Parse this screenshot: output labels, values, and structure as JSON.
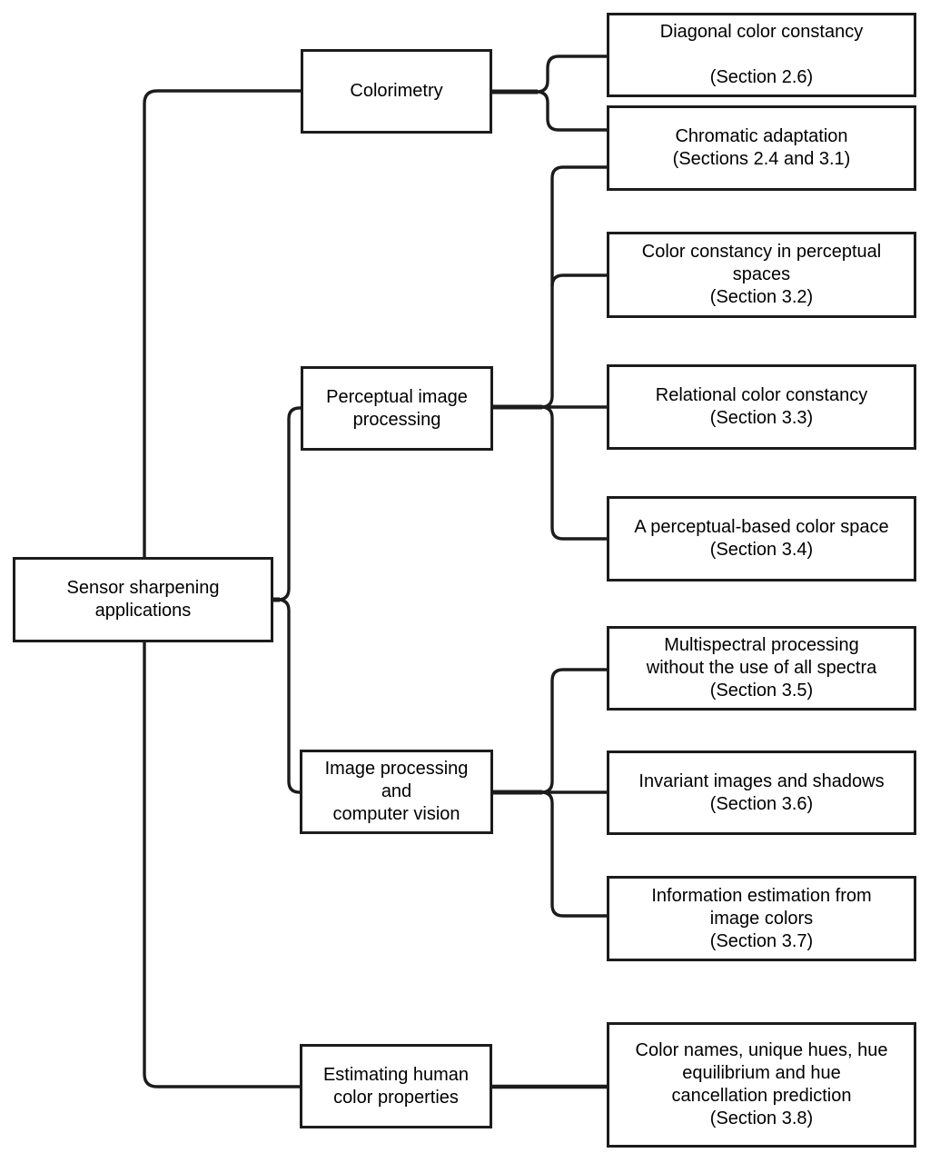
{
  "diagram": {
    "title": "Sensor sharpening applications hierarchy",
    "colors": {
      "background": "#ffffff",
      "line": "#1c1c1c",
      "box_border": "#1c1c1c",
      "box_fill": "#ffffff",
      "text": "#000000"
    },
    "root": {
      "id": "sensor-sharpening-applications",
      "label": "Sensor sharpening\napplications"
    },
    "level2": [
      {
        "id": "colorimetry",
        "label": "Colorimetry"
      },
      {
        "id": "perceptual-image-processing",
        "label": "Perceptual image\nprocessing"
      },
      {
        "id": "image-processing-and-computer-vision",
        "label": "Image processing\nand\ncomputer vision"
      },
      {
        "id": "estimating-human-color-properties",
        "label": "Estimating human\ncolor properties"
      }
    ],
    "level3": [
      {
        "id": "diagonal-color-constancy",
        "label": "Diagonal color constancy\n\n(Section 2.6)",
        "parents": [
          "colorimetry"
        ]
      },
      {
        "id": "chromatic-adaptation",
        "label": "Chromatic adaptation\n(Sections 2.4 and 3.1)",
        "parents": [
          "colorimetry",
          "perceptual-image-processing"
        ]
      },
      {
        "id": "color-constancy-in-perceptual-spaces",
        "label": "Color constancy in perceptual\nspaces\n(Section 3.2)",
        "parents": [
          "perceptual-image-processing"
        ]
      },
      {
        "id": "relational-color-constancy",
        "label": "Relational color constancy\n(Section 3.3)",
        "parents": [
          "perceptual-image-processing"
        ]
      },
      {
        "id": "a-perceptual-based-color-space",
        "label": "A perceptual-based color space\n(Section 3.4)",
        "parents": [
          "perceptual-image-processing"
        ]
      },
      {
        "id": "multispectral-processing",
        "label": "Multispectral processing\nwithout the use of all spectra\n(Section 3.5)",
        "parents": [
          "image-processing-and-computer-vision"
        ]
      },
      {
        "id": "invariant-images-and-shadows",
        "label": "Invariant images and shadows\n(Section 3.6)",
        "parents": [
          "image-processing-and-computer-vision"
        ]
      },
      {
        "id": "information-estimation-from-image-colors",
        "label": "Information estimation from\nimage colors\n(Section 3.7)",
        "parents": [
          "image-processing-and-computer-vision"
        ]
      },
      {
        "id": "color-names-unique-hues",
        "label": "Color names, unique hues, hue\nequilibrium and hue\ncancellation prediction\n(Section 3.8)",
        "parents": [
          "estimating-human-color-properties"
        ]
      }
    ],
    "edges": [
      {
        "from": "sensor-sharpening-applications",
        "to": "colorimetry"
      },
      {
        "from": "sensor-sharpening-applications",
        "to": "perceptual-image-processing"
      },
      {
        "from": "sensor-sharpening-applications",
        "to": "image-processing-and-computer-vision"
      },
      {
        "from": "sensor-sharpening-applications",
        "to": "estimating-human-color-properties"
      },
      {
        "from": "colorimetry",
        "to": "diagonal-color-constancy"
      },
      {
        "from": "colorimetry",
        "to": "chromatic-adaptation"
      },
      {
        "from": "perceptual-image-processing",
        "to": "chromatic-adaptation"
      },
      {
        "from": "perceptual-image-processing",
        "to": "color-constancy-in-perceptual-spaces"
      },
      {
        "from": "perceptual-image-processing",
        "to": "relational-color-constancy"
      },
      {
        "from": "perceptual-image-processing",
        "to": "a-perceptual-based-color-space"
      },
      {
        "from": "image-processing-and-computer-vision",
        "to": "multispectral-processing"
      },
      {
        "from": "image-processing-and-computer-vision",
        "to": "invariant-images-and-shadows"
      },
      {
        "from": "image-processing-and-computer-vision",
        "to": "information-estimation-from-image-colors"
      },
      {
        "from": "estimating-human-color-properties",
        "to": "color-names-unique-hues"
      }
    ]
  }
}
